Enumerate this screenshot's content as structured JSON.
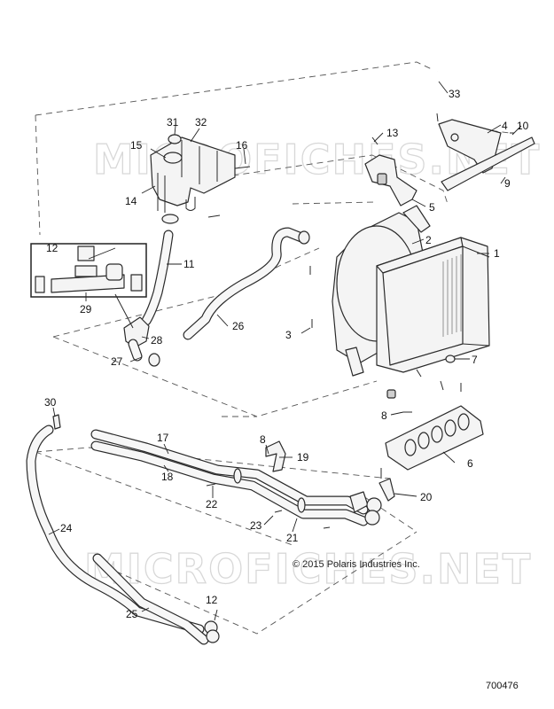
{
  "watermark": {
    "top_text": "MICROFICHES.NET",
    "bottom_text": "MICROFICHES.NET"
  },
  "copyright": "© 2015 Polaris Industries Inc.",
  "document_number": "700476",
  "callouts": {
    "c1": "1",
    "c2": "2",
    "c3": "3",
    "c4": "4",
    "c5": "5",
    "c6": "6",
    "c7": "7",
    "c8a": "8",
    "c8b": "8",
    "c9": "9",
    "c10": "10",
    "c11": "11",
    "c12a": "12",
    "c12b": "12",
    "c13": "13",
    "c14": "14",
    "c15": "15",
    "c16": "16",
    "c17": "17",
    "c18": "18",
    "c19": "19",
    "c20": "20",
    "c21": "21",
    "c22": "22",
    "c23": "23",
    "c24": "24",
    "c25": "25",
    "c26": "26",
    "c27": "27",
    "c28": "28",
    "c29": "29",
    "c30": "30",
    "c31": "31",
    "c32": "32",
    "c33": "33"
  },
  "colors": {
    "line": "#2a2a2a",
    "fill": "#f4f4f4",
    "watermark": "#d8d8d8"
  }
}
